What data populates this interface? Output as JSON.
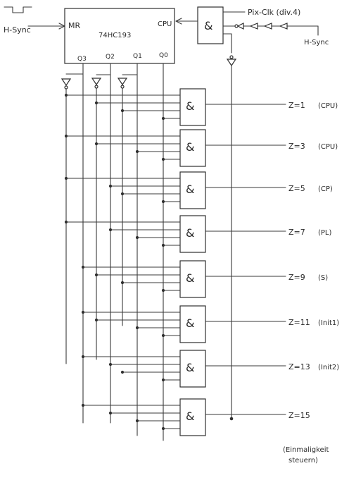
{
  "hsync_in": "H-Sync",
  "hsync_in2": "H-Sync",
  "pixclk": "Pix-Clk (div.4)",
  "chip": {
    "name": "74HC193",
    "mr": "MR",
    "cpu": "CPU",
    "q3": "Q3",
    "q2": "Q2",
    "q1": "Q1",
    "q0": "Q0"
  },
  "and_symbol": "&",
  "gates": [
    {
      "label": "Z=1",
      "note": "(CPU)"
    },
    {
      "label": "Z=3",
      "note": "(CPU)"
    },
    {
      "label": "Z=5",
      "note": "(CP)"
    },
    {
      "label": "Z=7",
      "note": "(PL)"
    },
    {
      "label": "Z=9",
      "note": "(S)"
    },
    {
      "label": "Z=11",
      "note": "(Init1)"
    },
    {
      "label": "Z=13",
      "note": "(Init2)"
    },
    {
      "label": "Z=15",
      "note": ""
    }
  ],
  "footnote": [
    "(Einmaligkeit",
    "steuern)"
  ]
}
